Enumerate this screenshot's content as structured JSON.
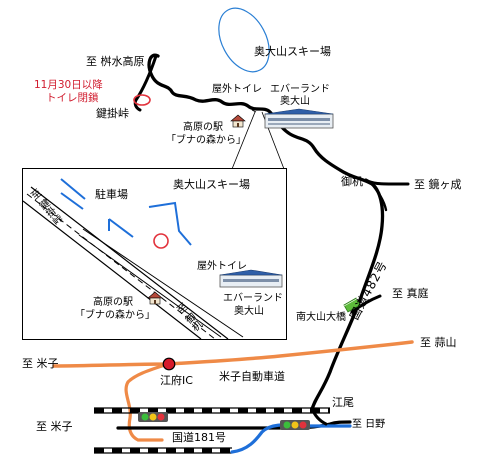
{
  "labels": {
    "masumizu": "至 桝水高原",
    "notice_line1": "11月30日以降",
    "notice_line2": "トイレ閉鎖",
    "kakekaketouge": "鍵掛峠",
    "okudaisen_ski": "奥大山スキー場",
    "outdoor_toilet": "屋外トイレ",
    "everland_line1": "エバーランド",
    "everland_line2": "奥大山",
    "kougen_eki_line1": "高原の駅",
    "kougen_eki_line2": "「ブナの森から」",
    "mikiri": "御机",
    "kagamigan": "至 鏡ヶ成",
    "manba": "至 真庭",
    "minami_daisen_bridge": "南大山大橋",
    "hiruzen": "至 蒜山",
    "yonago_upper": "至 米子",
    "efu_ic": "江府IC",
    "yonago_expressway": "米子自動車道",
    "route482": "国道482号",
    "eo": "江尾",
    "yonago_lower": "至 米子",
    "route181": "国道181号",
    "hino": "至 日野"
  },
  "inset": {
    "okudaisen_ski": "奥大山スキー場",
    "parking": "駐車場",
    "kakekaketouge": "至 鍵掛峠",
    "outdoor_toilet": "屋外トイレ",
    "kougen_eki_line1": "高原の駅",
    "kougen_eki_line2": "「ブナの森から」",
    "everland_line1": "エバーランド",
    "everland_line2": "奥大山",
    "mikiri": "至 御机"
  },
  "colors": {
    "road": "#000000",
    "expressway": "#ef8a47",
    "route181": "#1e6fd9",
    "ski_area": "#2a7fd4",
    "toilet_circle": "#e2323c",
    "ic_marker": "#d61a2a",
    "bridge": "#5dbb3a",
    "railway": "#000000"
  }
}
